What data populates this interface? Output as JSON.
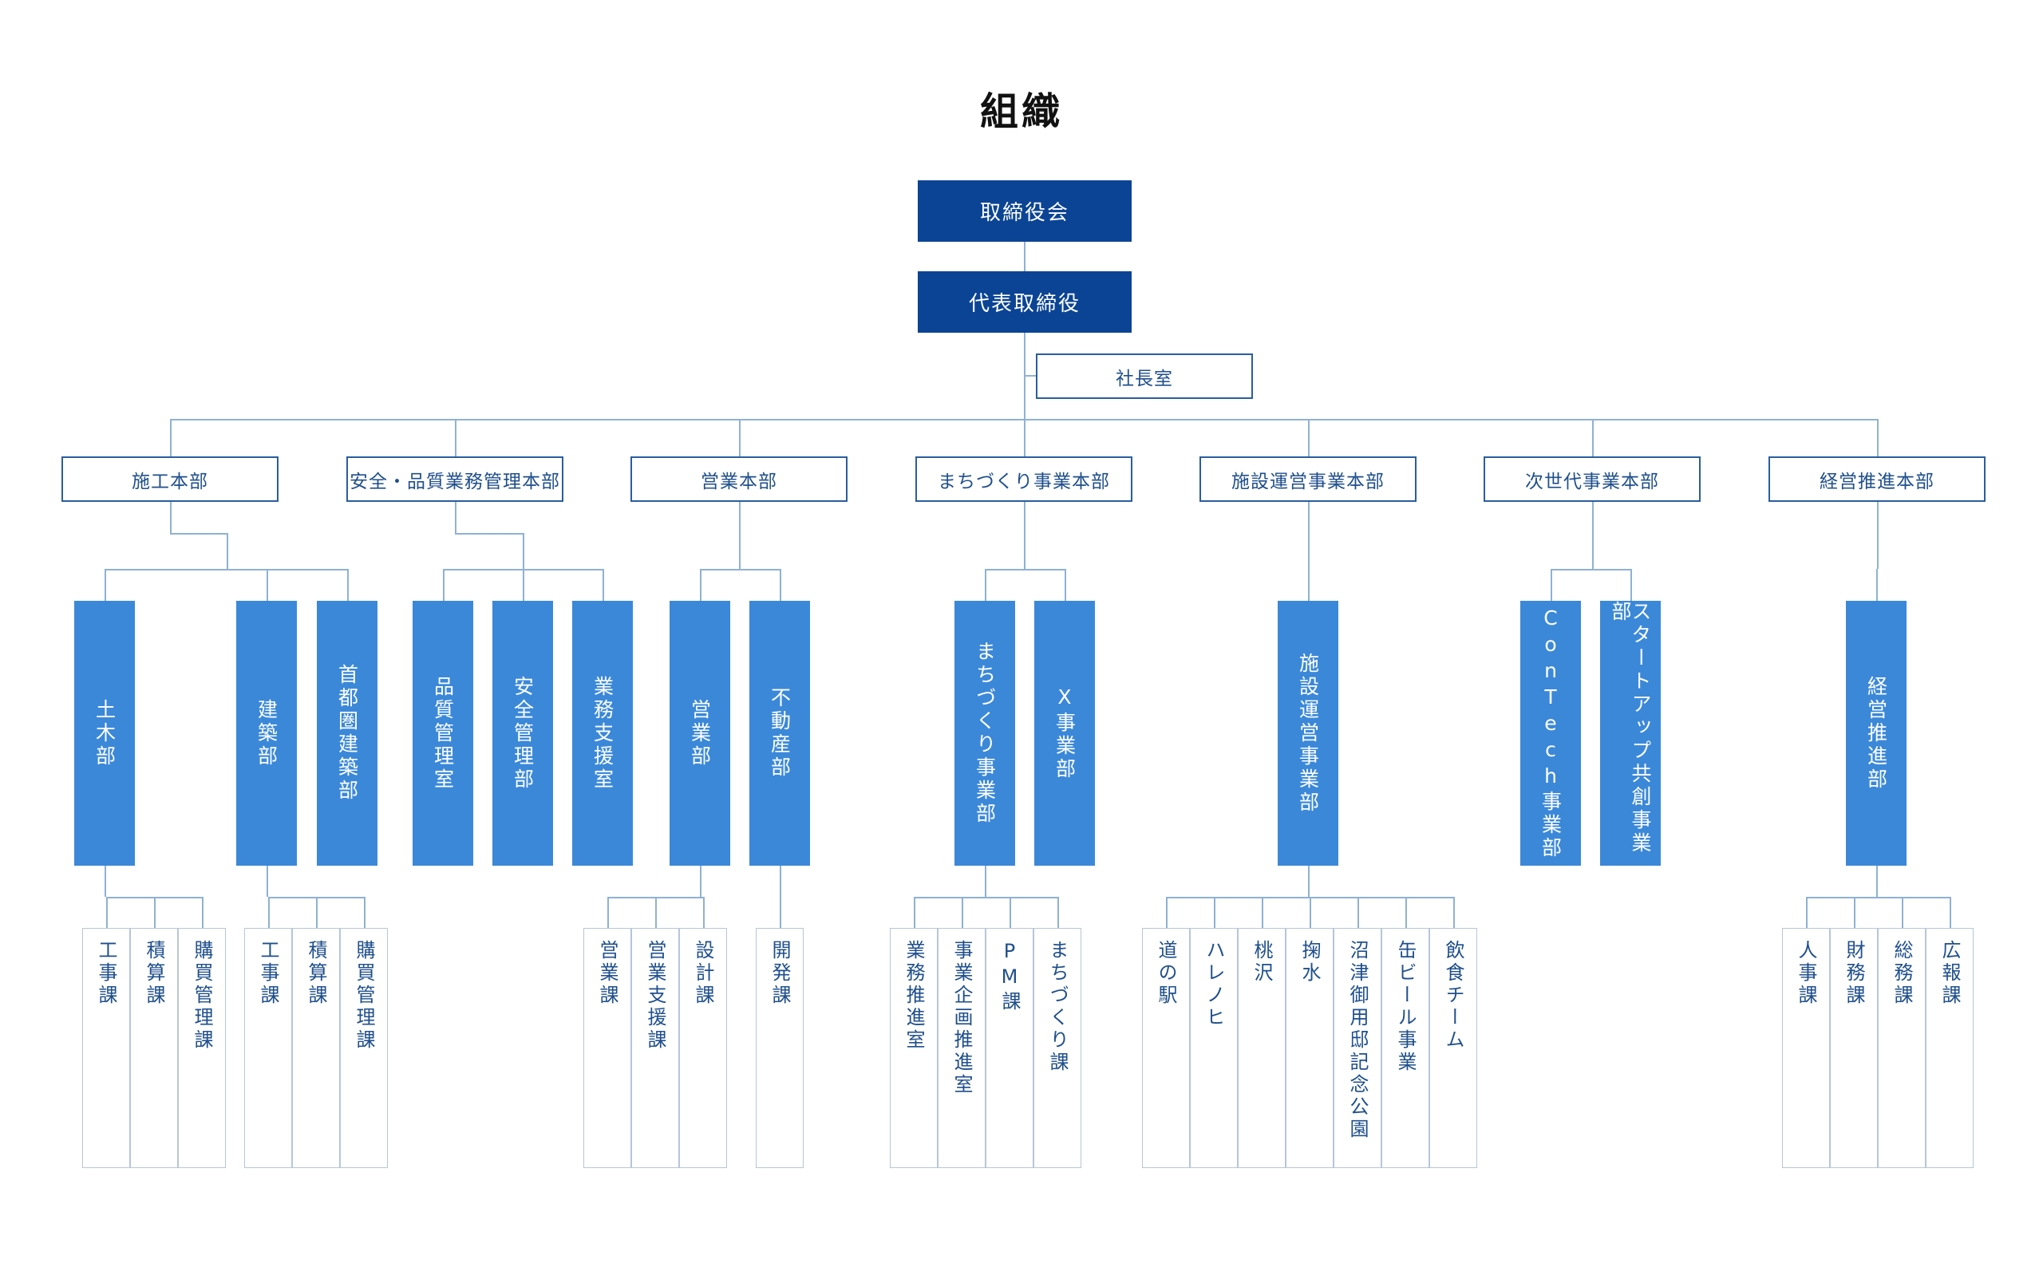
{
  "title": "組織",
  "top": {
    "board": "取締役会",
    "ceo": "代表取締役",
    "office": "社長室"
  },
  "divisions": [
    {
      "label": "施工本部",
      "depts": [
        {
          "label": "土木部",
          "sections": [
            "工事課",
            "積算課",
            "購買管理課"
          ]
        },
        {
          "label": "建築部",
          "sections": [
            "工事課",
            "積算課",
            "購買管理課"
          ]
        },
        {
          "label": "首都圏建築部",
          "sections": []
        }
      ]
    },
    {
      "label": "安全・品質業務管理本部",
      "depts": [
        {
          "label": "品質管理室",
          "sections": []
        },
        {
          "label": "安全管理部",
          "sections": []
        },
        {
          "label": "業務支援室",
          "sections": []
        }
      ]
    },
    {
      "label": "営業本部",
      "depts": [
        {
          "label": "営業部",
          "sections": [
            "営業課",
            "営業支援課",
            "設計課"
          ]
        },
        {
          "label": "不動産部",
          "sections": [
            "開発課"
          ]
        }
      ]
    },
    {
      "label": "まちづくり事業本部",
      "depts": [
        {
          "label": "まちづくり事業部",
          "sections": [
            "業務推進室",
            "事業企画推進室",
            "PM課",
            "まちづくり課"
          ]
        },
        {
          "label": "X事業部",
          "sections": []
        }
      ]
    },
    {
      "label": "施設運営事業本部",
      "depts": [
        {
          "label": "施設運営事業部",
          "sections": [
            "道の駅",
            "ハレノヒ",
            "桃沢",
            "掬水",
            "沼津御用邸記念公園",
            "缶ビール事業",
            "飲食チーム"
          ]
        }
      ]
    },
    {
      "label": "次世代事業本部",
      "depts": [
        {
          "label": "ConTech事業部",
          "sections": []
        },
        {
          "label": "スタートアップ共創事業部",
          "sections": []
        }
      ]
    },
    {
      "label": "経営推進本部",
      "depts": [
        {
          "label": "経営推進部",
          "sections": [
            "人事課",
            "財務課",
            "総務課",
            "広報課"
          ]
        }
      ]
    }
  ],
  "colors": {
    "dark": "#0b4494",
    "blue": "#3b88d9",
    "line": "#8fb1d4",
    "outline": "#2a5d9f"
  }
}
